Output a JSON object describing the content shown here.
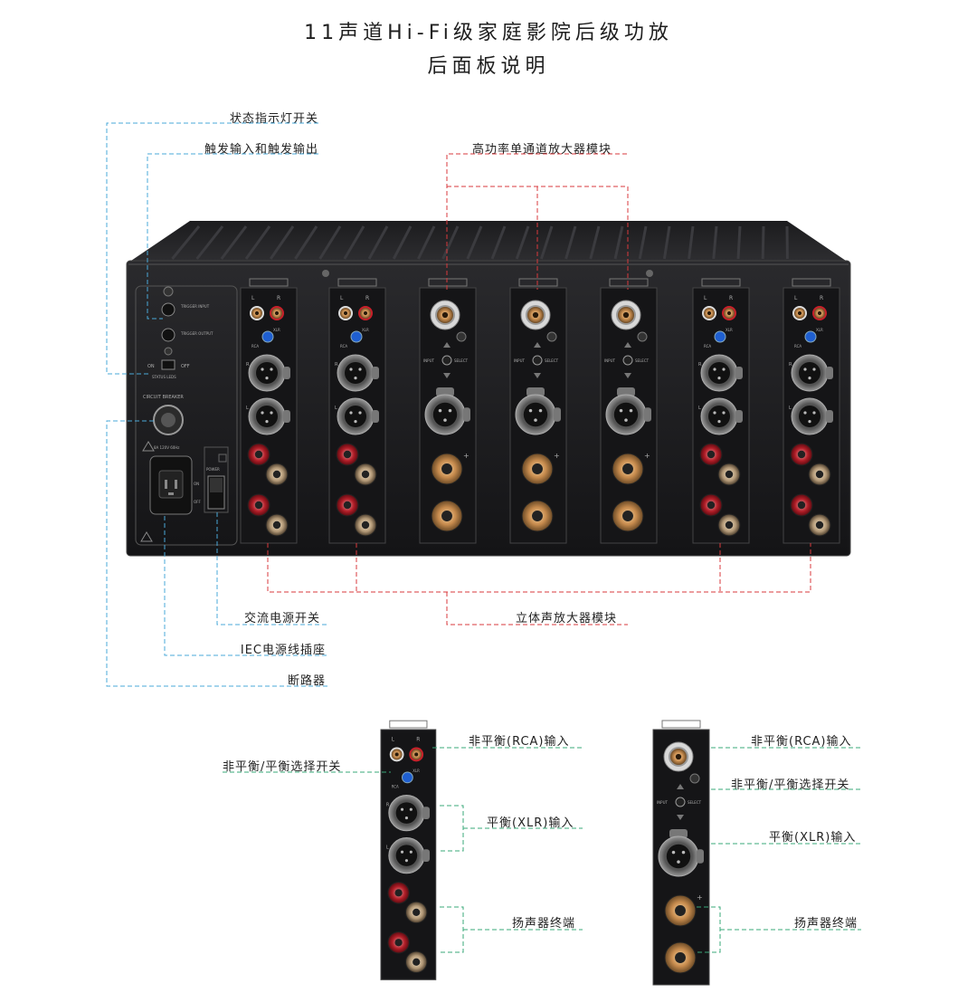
{
  "title": {
    "line1": "11声道Hi-Fi级家庭影院后级功放",
    "line2": "后面板说明"
  },
  "callouts": {
    "status_led_switch": "状态指示灯开关",
    "trigger_io": "触发输入和触发输出",
    "high_power_mono_module": "高功率单通道放大器模块",
    "ac_power_switch": "交流电源开关",
    "stereo_module": "立体声放大器模块",
    "iec_socket": "IEC电源线插座",
    "circuit_breaker": "断路器"
  },
  "stereo_detail": {
    "rca_input": "非平衡(RCA)输入",
    "selector_switch": "非平衡/平衡选择开关",
    "xlr_input": "平衡(XLR)输入",
    "speaker_terminals": "扬声器终端"
  },
  "mono_detail": {
    "rca_input": "非平衡(RCA)输入",
    "selector_switch": "非平衡/平衡选择开关",
    "xlr_input": "平衡(XLR)输入",
    "speaker_terminals": "扬声器终端"
  },
  "panel_text": {
    "trigger_input": "TRIGGER INPUT",
    "trigger_output": "TRIGGER OUTPUT",
    "on": "ON",
    "off": "OFF",
    "status_leds": "STATUS LEDS",
    "circuit_breaker": "CIRCUIT BREAKER",
    "power": "POWER",
    "rating": "8A 120V 60Hz",
    "l": "L",
    "r": "R",
    "input": "INPUT",
    "select": "SELECT",
    "rca": "RCA",
    "xlr": "XLR"
  },
  "colors": {
    "background": "#ffffff",
    "chassis": "#1d1d1f",
    "callout_blue": "#4aa8d8",
    "callout_red": "#d9393c",
    "callout_green": "#39a878",
    "rca_red": "#c8202a",
    "switch_blue": "#1f5fd0",
    "gold": "#c89050"
  }
}
